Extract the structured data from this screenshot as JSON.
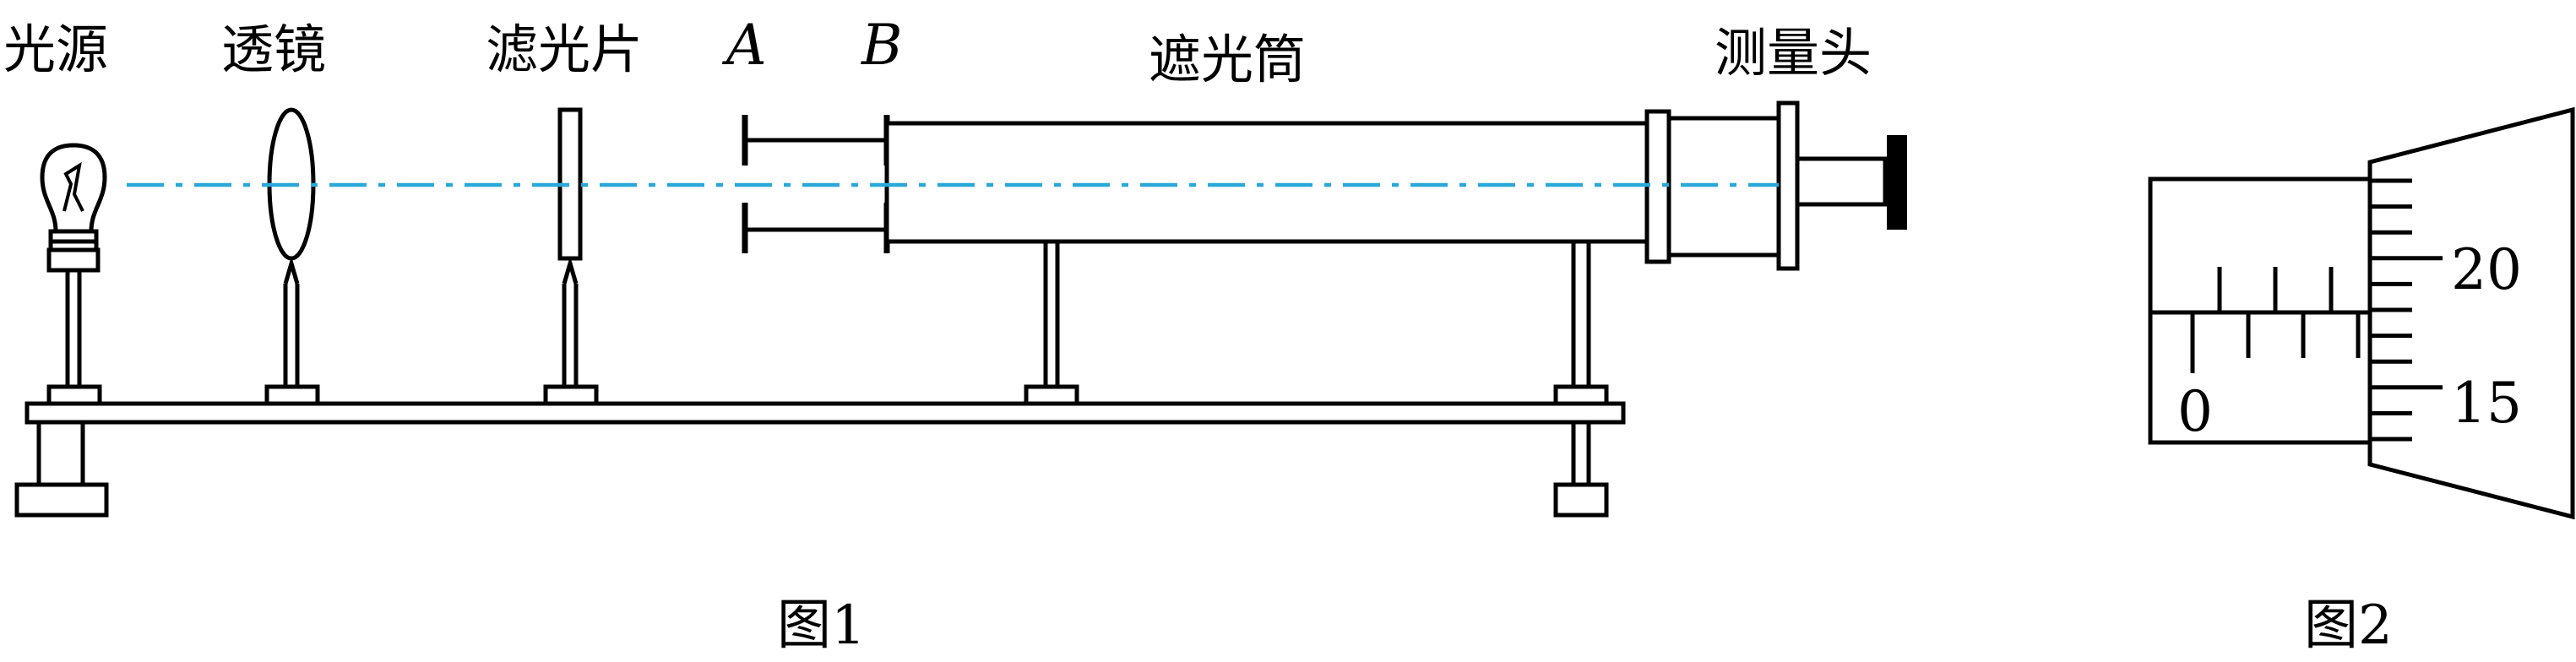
{
  "figure1": {
    "labels": {
      "light_source": "光源",
      "lens": "透镜",
      "filter": "滤光片",
      "slit_a": "A",
      "slit_b": "B",
      "hood": "遮光筒",
      "measuring_head": "测量头"
    },
    "caption": "图1"
  },
  "figure2": {
    "main_scale_zero": "0",
    "drum_labels": [
      "20",
      "15"
    ],
    "caption": "图2"
  },
  "colors": {
    "optical_axis": "#29a8d9",
    "line": "#000000"
  }
}
